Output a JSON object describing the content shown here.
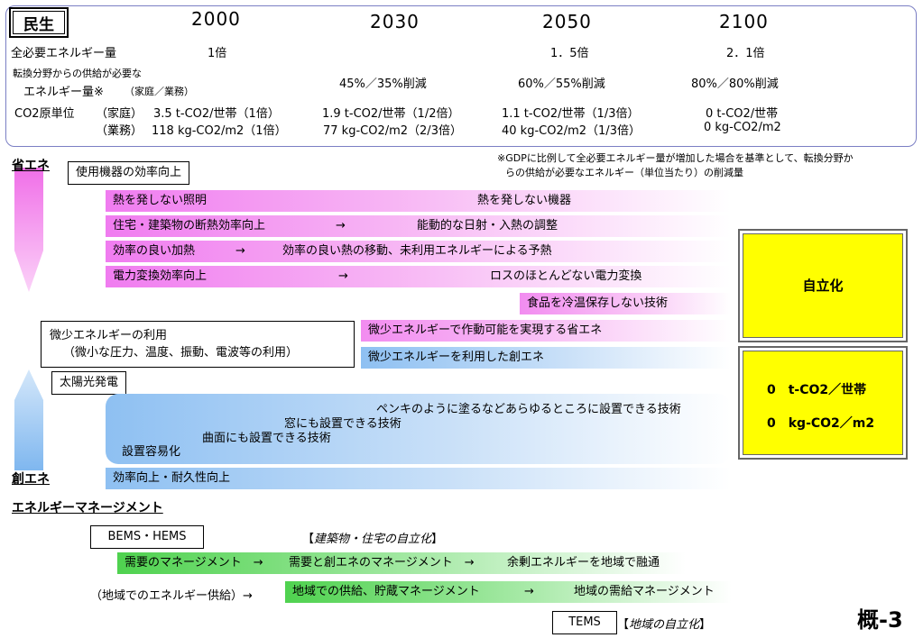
{
  "header": {
    "title": "民生",
    "years": [
      "2000",
      "2030",
      "2050",
      "2100"
    ],
    "row1": {
      "label": "全必要エネルギー量",
      "values": [
        "1倍",
        "",
        "1．5倍",
        "2．1倍"
      ]
    },
    "row2": {
      "label_line1": "転換分野からの供給が必要な",
      "label_line2": "エネルギー量※",
      "label_note": "（家庭／業務）",
      "values": [
        "",
        "45%／35%削減",
        "60%／55%削減",
        "80%／80%削減"
      ]
    },
    "row3": {
      "label": "CO2原単位",
      "sub_home": "（家庭）",
      "sub_office": "（業務）",
      "home": [
        "3.5 t-CO2/世帯（1倍）",
        "1.9 t-CO2/世帯（1/2倍）",
        "1.1 t-CO2/世帯（1/3倍）",
        "0 t-CO2/世帯"
      ],
      "office": [
        "118 kg-CO2/m2（1倍）",
        "77 kg-CO2/m2（2/3倍）",
        "40 kg-CO2/m2（1/3倍）",
        "0 kg-CO2/m2"
      ]
    }
  },
  "footnote_line1": "※GDPに比例して全必要エネルギー量が増加した場合を基準として、転換分野か",
  "footnote_line2": "らの供給が必要なエネルギー（単位当たり）の削減量",
  "sections": {
    "shoene": "省エネ",
    "souene": "創エネ",
    "ems": "エネルギーマネージメント"
  },
  "shoene": {
    "box": "使用機器の効率向上",
    "row1_a": "熱を発しない照明",
    "row1_b": "熱を発しない機器",
    "row2_a": "住宅・建築物の断熱効率向上",
    "row2_arrow": "→",
    "row2_b": "能動的な日射・入熱の調整",
    "row3_a": "効率の良い加熱",
    "row3_arrow": "→",
    "row3_b": "効率の良い熱の移動、未利用エネルギーによる予熱",
    "row4_a": "電力変換効率向上",
    "row4_arrow": "→",
    "row4_b": "ロスのほとんどない電力変換",
    "row5": "食品を冷温保存しない技術"
  },
  "micro": {
    "box_line1": "微少エネルギーの利用",
    "box_line2": "（微小な圧力、温度、振動、電波等の利用）",
    "pink": "微少エネルギーで作動可能を実現する省エネ",
    "blue": "微少エネルギーを利用した創エネ"
  },
  "solar": {
    "box": "太陽光発電",
    "t1": "ペンキのように塗るなどあらゆるところに設置できる技術",
    "t2": "窓にも設置できる技術",
    "t3": "曲面にも設置できる技術",
    "t4": "設置容易化",
    "efficiency": "効率向上・耐久性向上"
  },
  "right": {
    "jiritsu": "自立化",
    "target1": "0　t-CO2／世帯",
    "target2": "0　kg-CO2／m2"
  },
  "ems": {
    "bems_box": "BEMS・HEMS",
    "bems_caption_open": "【",
    "bems_caption": "建築物・住宅の自立化",
    "bems_caption_close": "】",
    "g1": "需要のマネージメント　→",
    "g1b": "需要と創エネのマネージメント　→",
    "g1c": "余剰エネルギーを地域で融通",
    "g2_pre": "（地域でのエネルギー供給）→",
    "g2": "地域での供給、貯蔵マネージメント",
    "g2_arrow": "→",
    "g2b": "地域の需給マネージメント",
    "tems_box": "TEMS",
    "tems_caption_open": "【",
    "tems_caption": "地域の自立化",
    "tems_caption_close": "】"
  },
  "page_label": "概-3",
  "colors": {
    "pink": "#f07cf0",
    "blue": "#8ec0f2",
    "green": "#4fd24f",
    "yellow": "#ffff00",
    "frame": "#7b7fc4"
  }
}
